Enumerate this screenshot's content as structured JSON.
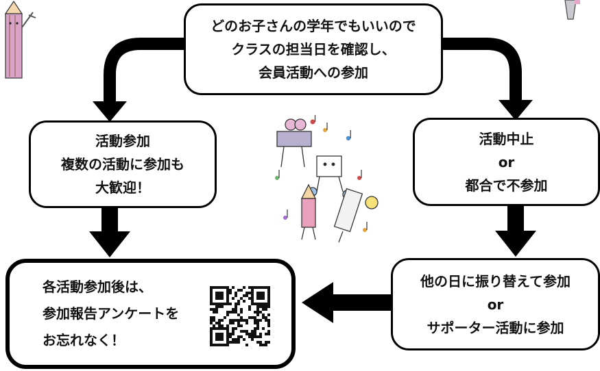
{
  "nodes": {
    "start": [
      "どのお子さんの学年でもいいので",
      "クラスの担当日を確認し、",
      "会員活動への参加"
    ],
    "participate": [
      "活動参加",
      "複数の活動に参加も",
      "大歓迎！"
    ],
    "cancel": [
      "活動中止",
      "or",
      "都合で不参加"
    ],
    "alternative": [
      "他の日に振り替えて参加",
      "or",
      "サポーター活動に参加"
    ],
    "report": [
      "各活動参加後は、",
      "参加報告アンケートを",
      "お忘れなく！"
    ]
  },
  "colors": {
    "line": "#000000",
    "box_fill": "#ffffff"
  },
  "icons": [
    "qr-code-icon",
    "pencil-doodle-icon",
    "music-characters-illustration"
  ]
}
